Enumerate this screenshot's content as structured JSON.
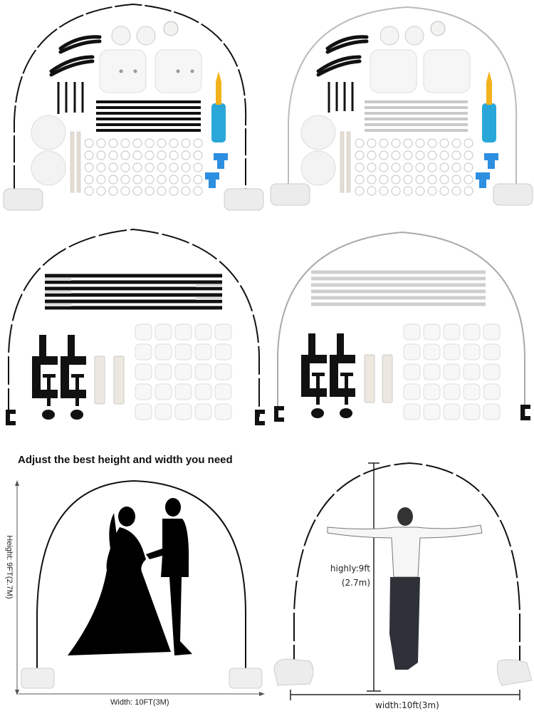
{
  "colors": {
    "background": "#ffffff",
    "frame_black": "#111111",
    "frame_white": "#e8e8e8",
    "pump_blue": "#2aa7d9",
    "pump_yellow": "#f2b21b",
    "tie_tool_blue": "#2d8fe0",
    "base_white": "#efefef",
    "text": "#222222"
  },
  "panels": [
    {
      "id": "kit-black-full",
      "variant": "black",
      "contents": [
        "arch-frame",
        "elastic-cords",
        "flower-clips",
        "glue-dots",
        "water-bases",
        "ground-stakes",
        "poles",
        "balloon-pump",
        "tie-tools",
        "round-discs",
        "connector-rods",
        "balloon-clips"
      ]
    },
    {
      "id": "kit-white-full",
      "variant": "white",
      "contents": [
        "arch-frame",
        "elastic-cords",
        "flower-clips",
        "glue-dots",
        "water-bases",
        "ground-stakes",
        "poles",
        "balloon-pump",
        "tie-tools",
        "round-discs",
        "connector-rods",
        "balloon-clips"
      ]
    },
    {
      "id": "kit-black-table",
      "variant": "black",
      "contents": [
        "arch-frame",
        "poles",
        "table-clamps",
        "connector-rods",
        "balloon-clips"
      ]
    },
    {
      "id": "kit-white-table",
      "variant": "white",
      "contents": [
        "arch-frame",
        "poles",
        "table-clamps",
        "connector-rods",
        "balloon-clips"
      ]
    }
  ],
  "dimension_section": {
    "title": "Adjust the best height and width you need",
    "left": {
      "height_label": "Height: 9FT(2.7M)",
      "width_label": "Width: 10FT(3M)",
      "illustration": "wedding-couple-silhouette"
    },
    "right": {
      "height_label_line1": "highly:9ft",
      "height_label_line2": "(2.7m)",
      "width_label": "width:10ft(3m)",
      "illustration": "man-arms-outstretched"
    }
  }
}
